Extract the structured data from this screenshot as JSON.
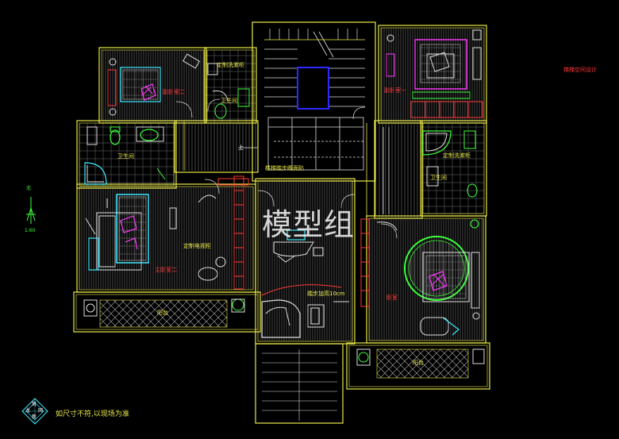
{
  "drawing": {
    "title": "梯梯空间设计",
    "note": "如尺寸不符,以现场为准",
    "scale": "1:60",
    "north": "北",
    "watermark": "模型组",
    "logo_letters": [
      "筑",
      "龙",
      "网",
      "新"
    ]
  },
  "labels": {
    "bath_top_left": "定制洗漱柜",
    "bedroom_top_left": "副卧室二",
    "bath_left": "卫生间",
    "bath_small": "卫生间",
    "bedroom_left": "主卧室二",
    "tv_wall": "定制电视柜",
    "stair_note": "楼梯踏步踢面贴",
    "study_note": "踏步加高10cm",
    "balcony_left": "阳台",
    "balcony_right": "阳台",
    "bedroom_top_right": "副卧室一",
    "bath_right": "定制洗漱柜",
    "bath_right2": "卫生间",
    "bedroom_right": "卧室",
    "arrow": "上"
  },
  "colors": {
    "wall": "#e8e84a",
    "accent_red": "#ff3838",
    "accent_green": "#3cff3c",
    "accent_cyan": "#3ce8ff",
    "accent_magenta": "#ff3cff",
    "stair_blue": "#2a2aff"
  }
}
